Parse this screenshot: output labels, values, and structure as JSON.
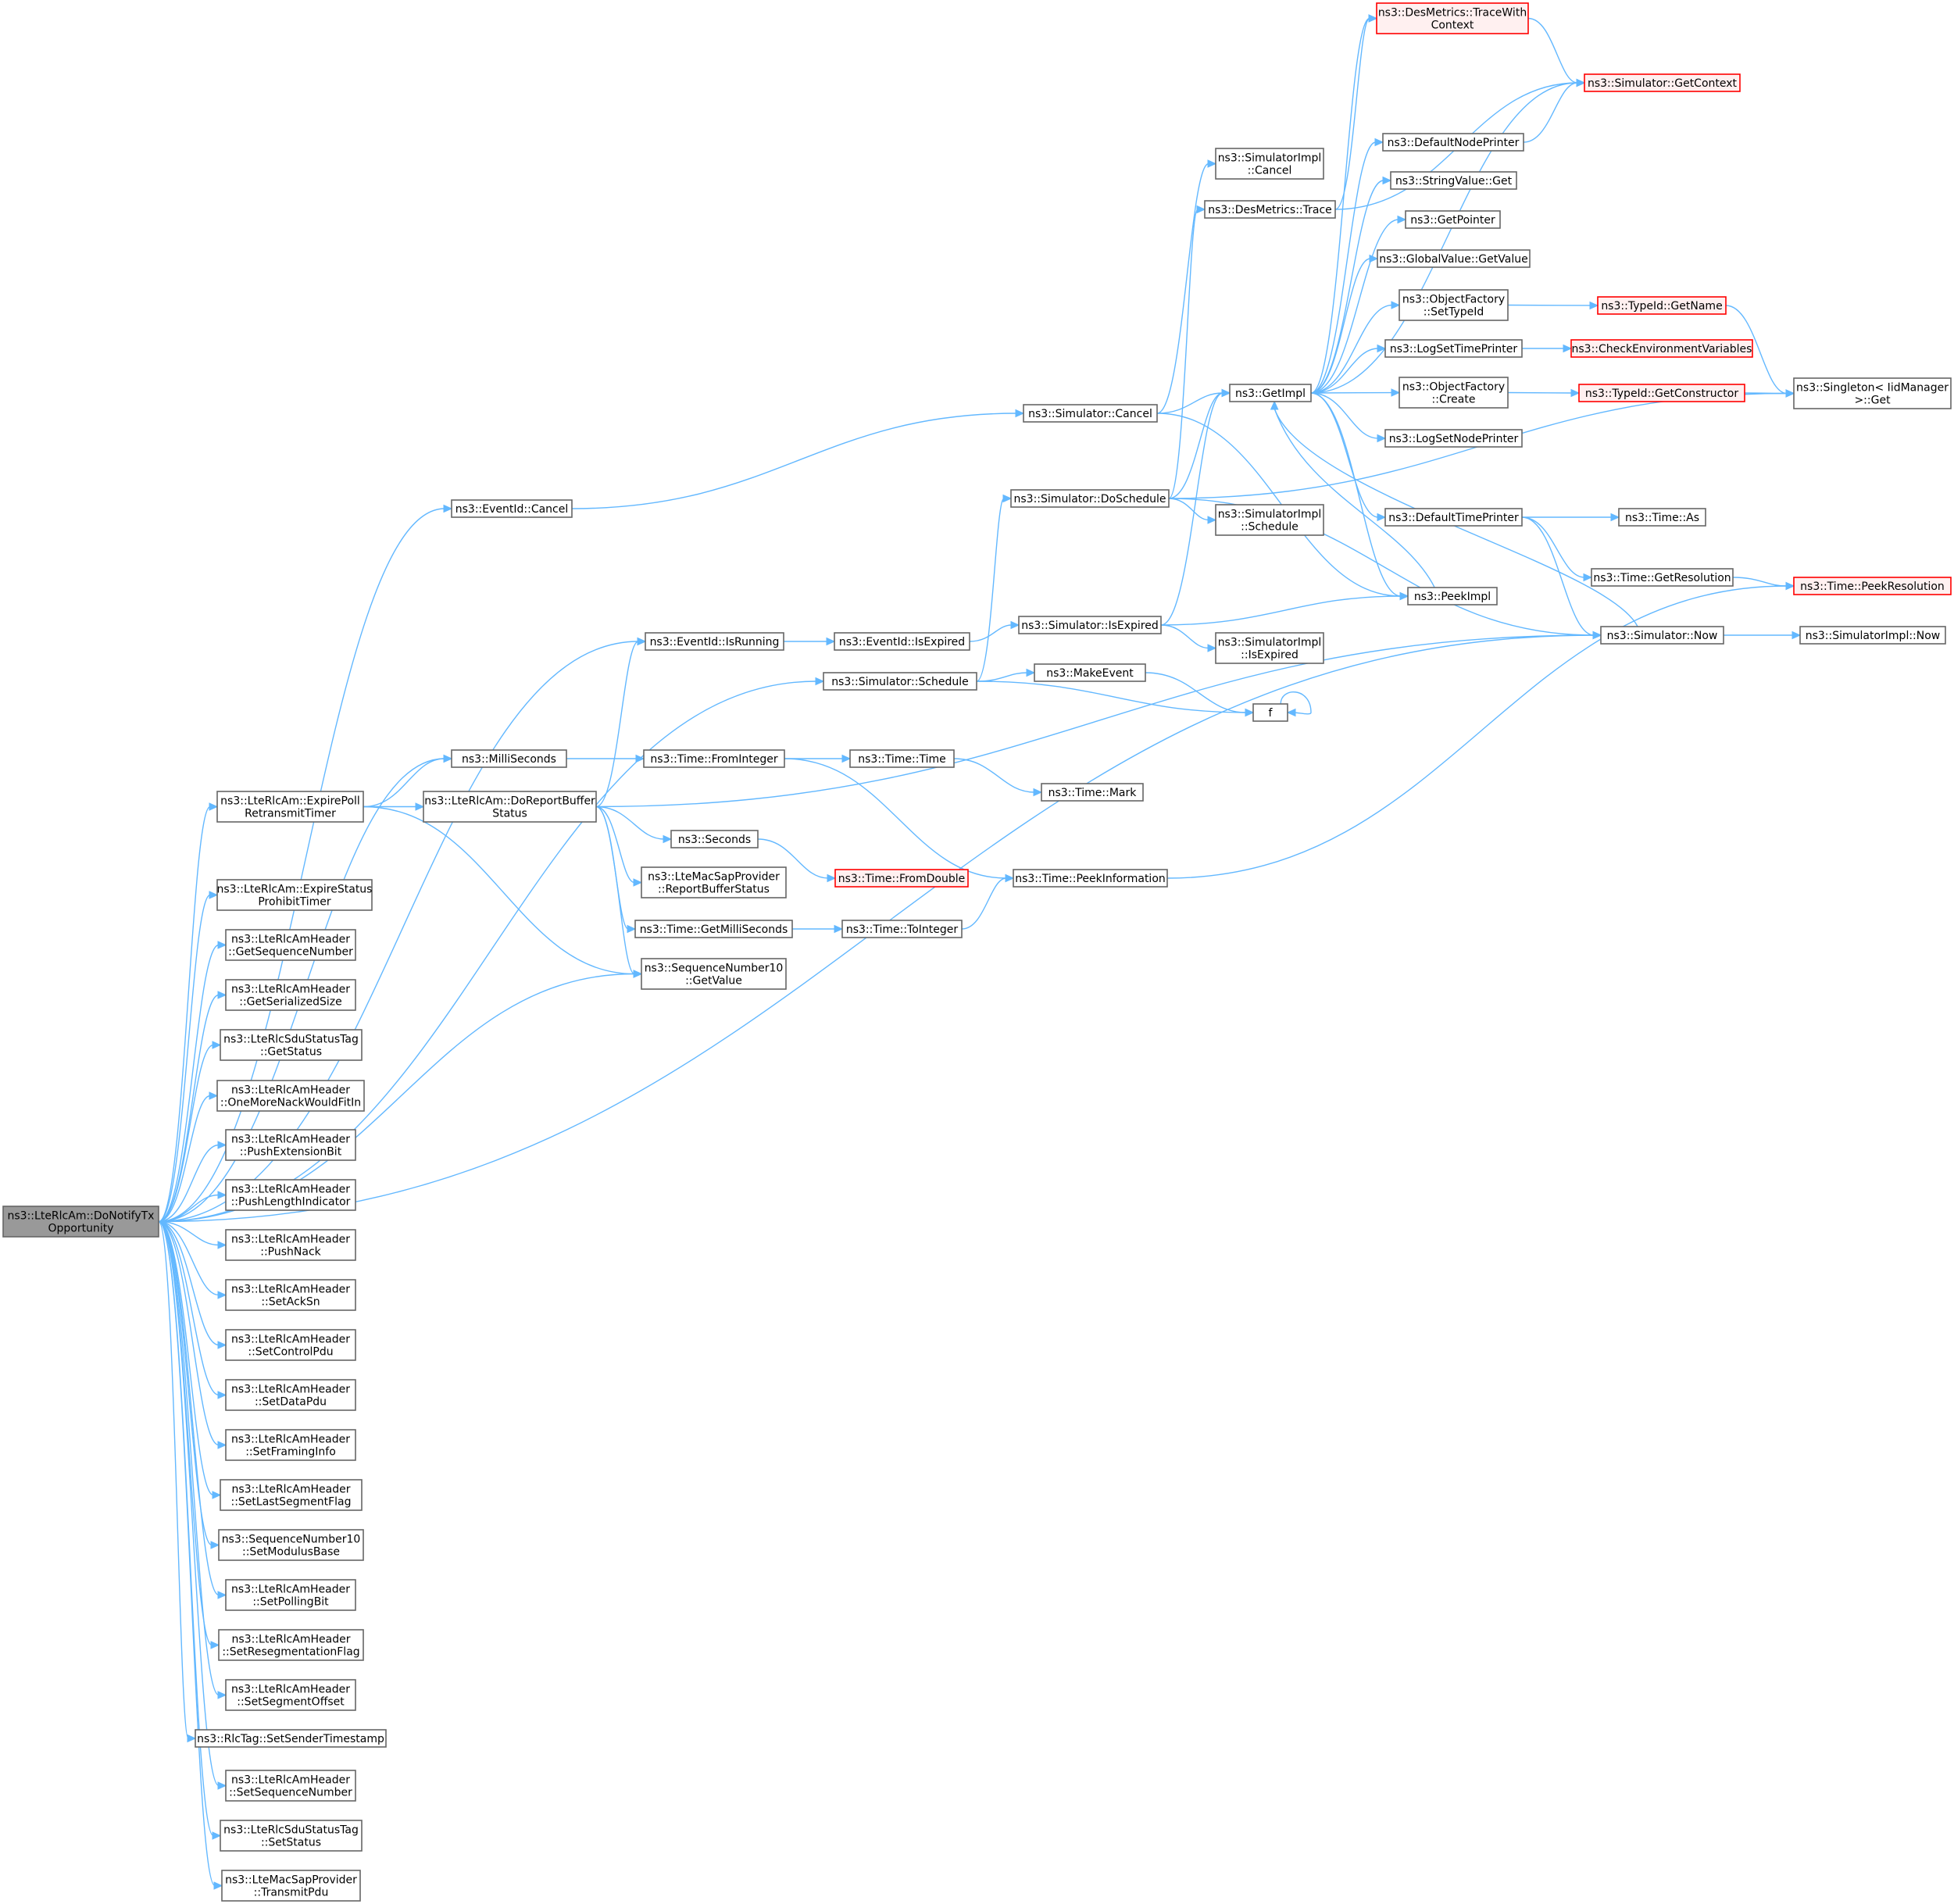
{
  "colors": {
    "edge": "#63b8ff",
    "node_border": "#666666",
    "node_fill": "#ffffff",
    "root_fill": "#999999",
    "truncated_border": "#ff0000",
    "truncated_fill": "#fff0f0",
    "text": "#000000"
  },
  "nodes": [
    {
      "id": "root",
      "lines": [
        "ns3::LteRlcAm::DoNotifyTx",
        "Opportunity"
      ],
      "style": "root"
    },
    {
      "id": "eventid_cancel",
      "lines": [
        "ns3::EventId::Cancel"
      ]
    },
    {
      "id": "eventid_isrunning",
      "lines": [
        "ns3::EventId::IsRunning"
      ]
    },
    {
      "id": "simulator_schedule",
      "lines": [
        "ns3::Simulator::Schedule"
      ]
    },
    {
      "id": "milliseconds",
      "lines": [
        "ns3::MilliSeconds"
      ]
    },
    {
      "id": "expire_poll",
      "lines": [
        "ns3::LteRlcAm::ExpirePoll",
        "RetransmitTimer"
      ]
    },
    {
      "id": "do_report_buffer",
      "lines": [
        "ns3::LteRlcAm::DoReportBuffer",
        "Status"
      ]
    },
    {
      "id": "expire_status",
      "lines": [
        "ns3::LteRlcAm::ExpireStatus",
        "ProhibitTimer"
      ]
    },
    {
      "id": "get_seq_num",
      "lines": [
        "ns3::LteRlcAmHeader",
        "::GetSequenceNumber"
      ]
    },
    {
      "id": "get_ser_size",
      "lines": [
        "ns3::LteRlcAmHeader",
        "::GetSerializedSize"
      ]
    },
    {
      "id": "sdu_get_status",
      "lines": [
        "ns3::LteRlcSduStatusTag",
        "::GetStatus"
      ]
    },
    {
      "id": "one_more_nack",
      "lines": [
        "ns3::LteRlcAmHeader",
        "::OneMoreNackWouldFitIn"
      ]
    },
    {
      "id": "push_ext_bit",
      "lines": [
        "ns3::LteRlcAmHeader",
        "::PushExtensionBit"
      ]
    },
    {
      "id": "push_len_ind",
      "lines": [
        "ns3::LteRlcAmHeader",
        "::PushLengthIndicator"
      ]
    },
    {
      "id": "push_nack",
      "lines": [
        "ns3::LteRlcAmHeader",
        "::PushNack"
      ]
    },
    {
      "id": "set_ack_sn",
      "lines": [
        "ns3::LteRlcAmHeader",
        "::SetAckSn"
      ]
    },
    {
      "id": "set_control_pdu",
      "lines": [
        "ns3::LteRlcAmHeader",
        "::SetControlPdu"
      ]
    },
    {
      "id": "set_data_pdu",
      "lines": [
        "ns3::LteRlcAmHeader",
        "::SetDataPdu"
      ]
    },
    {
      "id": "set_framing_info",
      "lines": [
        "ns3::LteRlcAmHeader",
        "::SetFramingInfo"
      ]
    },
    {
      "id": "set_last_seg_flag",
      "lines": [
        "ns3::LteRlcAmHeader",
        "::SetLastSegmentFlag"
      ]
    },
    {
      "id": "set_modulus_base",
      "lines": [
        "ns3::SequenceNumber10",
        "::SetModulusBase"
      ]
    },
    {
      "id": "set_polling_bit",
      "lines": [
        "ns3::LteRlcAmHeader",
        "::SetPollingBit"
      ]
    },
    {
      "id": "set_reseg_flag",
      "lines": [
        "ns3::LteRlcAmHeader",
        "::SetResegmentationFlag"
      ]
    },
    {
      "id": "set_seg_offset",
      "lines": [
        "ns3::LteRlcAmHeader",
        "::SetSegmentOffset"
      ]
    },
    {
      "id": "set_sender_ts",
      "lines": [
        "ns3::RlcTag::SetSenderTimestamp"
      ]
    },
    {
      "id": "set_seq_num",
      "lines": [
        "ns3::LteRlcAmHeader",
        "::SetSequenceNumber"
      ]
    },
    {
      "id": "sdu_set_status",
      "lines": [
        "ns3::LteRlcSduStatusTag",
        "::SetStatus"
      ]
    },
    {
      "id": "transmit_pdu",
      "lines": [
        "ns3::LteMacSapProvider",
        "::TransmitPdu"
      ]
    },
    {
      "id": "seq10_get_value",
      "lines": [
        "ns3::SequenceNumber10",
        "::GetValue"
      ]
    },
    {
      "id": "time_from_integer",
      "lines": [
        "ns3::Time::FromInteger"
      ]
    },
    {
      "id": "seconds",
      "lines": [
        "ns3::Seconds"
      ]
    },
    {
      "id": "report_buffer_status",
      "lines": [
        "ns3::LteMacSapProvider",
        "::ReportBufferStatus"
      ]
    },
    {
      "id": "get_milliseconds",
      "lines": [
        "ns3::Time::GetMilliSeconds"
      ]
    },
    {
      "id": "eventid_isexpired",
      "lines": [
        "ns3::EventId::IsExpired"
      ]
    },
    {
      "id": "time_time",
      "lines": [
        "ns3::Time::Time"
      ]
    },
    {
      "id": "time_mark",
      "lines": [
        "ns3::Time::Mark"
      ]
    },
    {
      "id": "time_from_double",
      "lines": [
        "ns3::Time::FromDouble"
      ],
      "style": "truncated"
    },
    {
      "id": "time_to_integer",
      "lines": [
        "ns3::Time::ToInteger"
      ]
    },
    {
      "id": "peek_information",
      "lines": [
        "ns3::Time::PeekInformation"
      ]
    },
    {
      "id": "simulator_cancel",
      "lines": [
        "ns3::Simulator::Cancel"
      ]
    },
    {
      "id": "simulator_doschedule",
      "lines": [
        "ns3::Simulator::DoSchedule"
      ]
    },
    {
      "id": "simulator_isexpired",
      "lines": [
        "ns3::Simulator::IsExpired"
      ]
    },
    {
      "id": "make_event",
      "lines": [
        "ns3::MakeEvent"
      ]
    },
    {
      "id": "f",
      "lines": [
        "f"
      ]
    },
    {
      "id": "simimpl_cancel",
      "lines": [
        "ns3::SimulatorImpl",
        "::Cancel"
      ]
    },
    {
      "id": "desmetrics_trace",
      "lines": [
        "ns3::DesMetrics::Trace"
      ]
    },
    {
      "id": "get_impl",
      "lines": [
        "ns3::GetImpl"
      ]
    },
    {
      "id": "simimpl_schedule",
      "lines": [
        "ns3::SimulatorImpl",
        "::Schedule"
      ]
    },
    {
      "id": "peek_impl",
      "lines": [
        "ns3::PeekImpl"
      ]
    },
    {
      "id": "simimpl_isexpired",
      "lines": [
        "ns3::SimulatorImpl",
        "::IsExpired"
      ]
    },
    {
      "id": "trace_with_context",
      "lines": [
        "ns3::DesMetrics::TraceWith",
        "Context"
      ],
      "style": "truncated"
    },
    {
      "id": "get_context",
      "lines": [
        "ns3::Simulator::GetContext"
      ],
      "style": "truncated"
    },
    {
      "id": "default_node_printer",
      "lines": [
        "ns3::DefaultNodePrinter"
      ]
    },
    {
      "id": "stringvalue_get",
      "lines": [
        "ns3::StringValue::Get"
      ]
    },
    {
      "id": "get_pointer",
      "lines": [
        "ns3::GetPointer"
      ]
    },
    {
      "id": "globalvalue_getvalue",
      "lines": [
        "ns3::GlobalValue::GetValue"
      ]
    },
    {
      "id": "of_set_typeid",
      "lines": [
        "ns3::ObjectFactory",
        "::SetTypeId"
      ]
    },
    {
      "id": "log_set_time_printer",
      "lines": [
        "ns3::LogSetTimePrinter"
      ]
    },
    {
      "id": "of_create",
      "lines": [
        "ns3::ObjectFactory",
        "::Create"
      ]
    },
    {
      "id": "log_set_node_printer",
      "lines": [
        "ns3::LogSetNodePrinter"
      ]
    },
    {
      "id": "default_time_printer",
      "lines": [
        "ns3::DefaultTimePrinter"
      ]
    },
    {
      "id": "typeid_getname",
      "lines": [
        "ns3::TypeId::GetName"
      ],
      "style": "truncated"
    },
    {
      "id": "check_env_vars",
      "lines": [
        "ns3::CheckEnvironmentVariables"
      ],
      "style": "truncated"
    },
    {
      "id": "typeid_get_constructor",
      "lines": [
        "ns3::TypeId::GetConstructor"
      ],
      "style": "truncated"
    },
    {
      "id": "time_as",
      "lines": [
        "ns3::Time::As"
      ]
    },
    {
      "id": "time_get_resolution",
      "lines": [
        "ns3::Time::GetResolution"
      ]
    },
    {
      "id": "simulator_now",
      "lines": [
        "ns3::Simulator::Now"
      ]
    },
    {
      "id": "singleton_get",
      "lines": [
        "ns3::Singleton< IidManager",
        ">::Get"
      ]
    },
    {
      "id": "peek_resolution",
      "lines": [
        "ns3::Time::PeekResolution"
      ],
      "style": "truncated"
    },
    {
      "id": "simimpl_now",
      "lines": [
        "ns3::SimulatorImpl::Now"
      ]
    }
  ],
  "edges": [
    [
      "root",
      "eventid_cancel"
    ],
    [
      "root",
      "eventid_isrunning"
    ],
    [
      "root",
      "simulator_schedule"
    ],
    [
      "root",
      "simulator_now"
    ],
    [
      "root",
      "milliseconds"
    ],
    [
      "root",
      "expire_poll"
    ],
    [
      "root",
      "seq10_get_value"
    ],
    [
      "root",
      "expire_status"
    ],
    [
      "root",
      "get_seq_num"
    ],
    [
      "root",
      "get_ser_size"
    ],
    [
      "root",
      "sdu_get_status"
    ],
    [
      "root",
      "one_more_nack"
    ],
    [
      "root",
      "push_ext_bit"
    ],
    [
      "root",
      "push_len_ind"
    ],
    [
      "root",
      "push_nack"
    ],
    [
      "root",
      "set_ack_sn"
    ],
    [
      "root",
      "set_control_pdu"
    ],
    [
      "root",
      "set_data_pdu"
    ],
    [
      "root",
      "set_framing_info"
    ],
    [
      "root",
      "set_last_seg_flag"
    ],
    [
      "root",
      "set_modulus_base"
    ],
    [
      "root",
      "set_polling_bit"
    ],
    [
      "root",
      "set_reseg_flag"
    ],
    [
      "root",
      "set_seg_offset"
    ],
    [
      "root",
      "set_sender_ts"
    ],
    [
      "root",
      "set_seq_num"
    ],
    [
      "root",
      "sdu_set_status"
    ],
    [
      "root",
      "transmit_pdu"
    ],
    [
      "eventid_cancel",
      "simulator_cancel"
    ],
    [
      "eventid_isrunning",
      "eventid_isexpired"
    ],
    [
      "eventid_isexpired",
      "simulator_isexpired"
    ],
    [
      "simulator_schedule",
      "simulator_doschedule"
    ],
    [
      "simulator_schedule",
      "make_event"
    ],
    [
      "simulator_schedule",
      "f"
    ],
    [
      "make_event",
      "f"
    ],
    [
      "f",
      "f"
    ],
    [
      "milliseconds",
      "time_from_integer"
    ],
    [
      "expire_poll",
      "milliseconds"
    ],
    [
      "expire_poll",
      "do_report_buffer"
    ],
    [
      "expire_poll",
      "seq10_get_value"
    ],
    [
      "do_report_buffer",
      "eventid_isrunning"
    ],
    [
      "do_report_buffer",
      "seconds"
    ],
    [
      "do_report_buffer",
      "report_buffer_status"
    ],
    [
      "do_report_buffer",
      "get_milliseconds"
    ],
    [
      "do_report_buffer",
      "seq10_get_value"
    ],
    [
      "do_report_buffer",
      "simulator_now"
    ],
    [
      "time_from_integer",
      "time_time"
    ],
    [
      "time_from_integer",
      "peek_information"
    ],
    [
      "time_time",
      "time_mark"
    ],
    [
      "seconds",
      "time_from_double"
    ],
    [
      "get_milliseconds",
      "time_to_integer"
    ],
    [
      "time_to_integer",
      "peek_information"
    ],
    [
      "peek_information",
      "peek_resolution"
    ],
    [
      "simulator_cancel",
      "simimpl_cancel"
    ],
    [
      "simulator_cancel",
      "get_impl"
    ],
    [
      "simulator_cancel",
      "peek_impl"
    ],
    [
      "simulator_doschedule",
      "desmetrics_trace"
    ],
    [
      "simulator_doschedule",
      "get_impl"
    ],
    [
      "simulator_doschedule",
      "simimpl_schedule"
    ],
    [
      "simulator_doschedule",
      "simulator_now"
    ],
    [
      "simulator_doschedule",
      "singleton_get"
    ],
    [
      "simulator_isexpired",
      "get_impl"
    ],
    [
      "simulator_isexpired",
      "peek_impl"
    ],
    [
      "simulator_isexpired",
      "simimpl_isexpired"
    ],
    [
      "desmetrics_trace",
      "trace_with_context"
    ],
    [
      "desmetrics_trace",
      "get_context"
    ],
    [
      "trace_with_context",
      "get_context"
    ],
    [
      "default_node_printer",
      "get_context"
    ],
    [
      "get_impl",
      "trace_with_context"
    ],
    [
      "get_impl",
      "get_context"
    ],
    [
      "get_impl",
      "default_node_printer"
    ],
    [
      "get_impl",
      "stringvalue_get"
    ],
    [
      "get_impl",
      "get_pointer"
    ],
    [
      "get_impl",
      "globalvalue_getvalue"
    ],
    [
      "get_impl",
      "of_set_typeid"
    ],
    [
      "get_impl",
      "log_set_time_printer"
    ],
    [
      "get_impl",
      "of_create"
    ],
    [
      "get_impl",
      "log_set_node_printer"
    ],
    [
      "get_impl",
      "default_time_printer"
    ],
    [
      "get_impl",
      "peek_impl"
    ],
    [
      "of_set_typeid",
      "typeid_getname"
    ],
    [
      "log_set_time_printer",
      "check_env_vars"
    ],
    [
      "of_create",
      "typeid_get_constructor"
    ],
    [
      "typeid_getname",
      "singleton_get"
    ],
    [
      "typeid_get_constructor",
      "singleton_get"
    ],
    [
      "default_time_printer",
      "time_as"
    ],
    [
      "default_time_printer",
      "time_get_resolution"
    ],
    [
      "default_time_printer",
      "simulator_now"
    ],
    [
      "time_get_resolution",
      "peek_resolution"
    ],
    [
      "simulator_now",
      "get_impl"
    ],
    [
      "simulator_now",
      "simimpl_now"
    ],
    [
      "peek_impl",
      "get_impl"
    ]
  ]
}
